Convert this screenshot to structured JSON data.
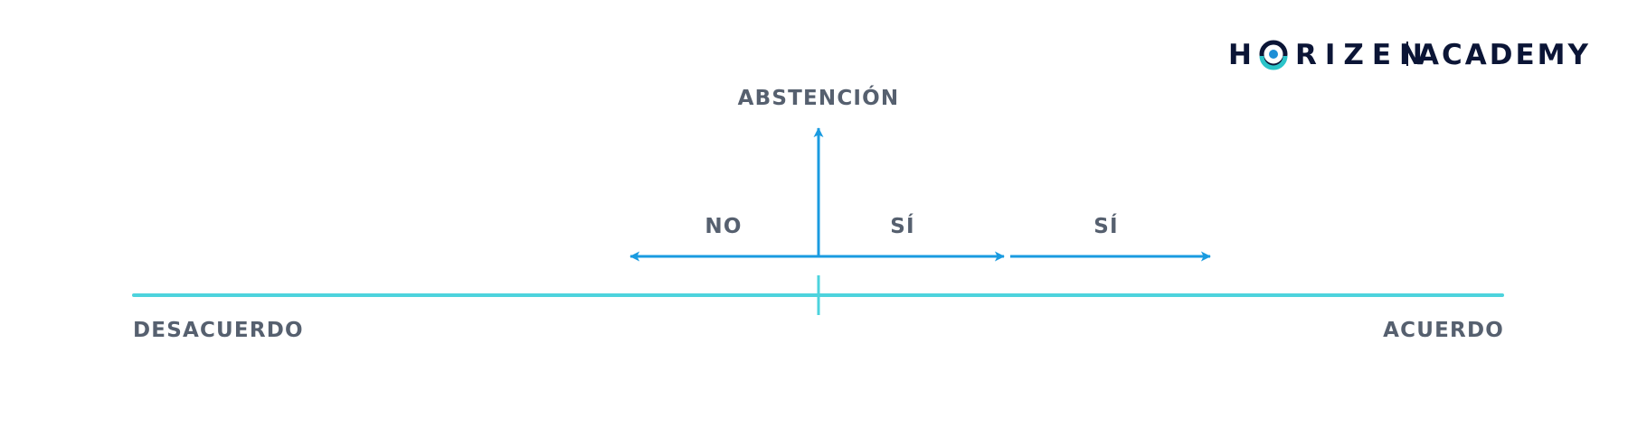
{
  "brand": {
    "logo_part1": "H",
    "logo_part2": "RIZEN",
    "logo_part3": "ACADEMY",
    "colors": {
      "navy": "#0b1536",
      "teal": "#2bc4c9",
      "blue": "#1d8fd6"
    }
  },
  "diagram": {
    "axis_left_label": "DESACUERDO",
    "axis_right_label": "ACUERDO",
    "up_label": "ABSTENCIÓN",
    "left_label": "NO",
    "right_label": "SÍ",
    "far_right_label": "SÍ",
    "colors": {
      "axis": "#4dd3dd",
      "arrows": "#1a9be0",
      "labels": "#56606f"
    }
  }
}
